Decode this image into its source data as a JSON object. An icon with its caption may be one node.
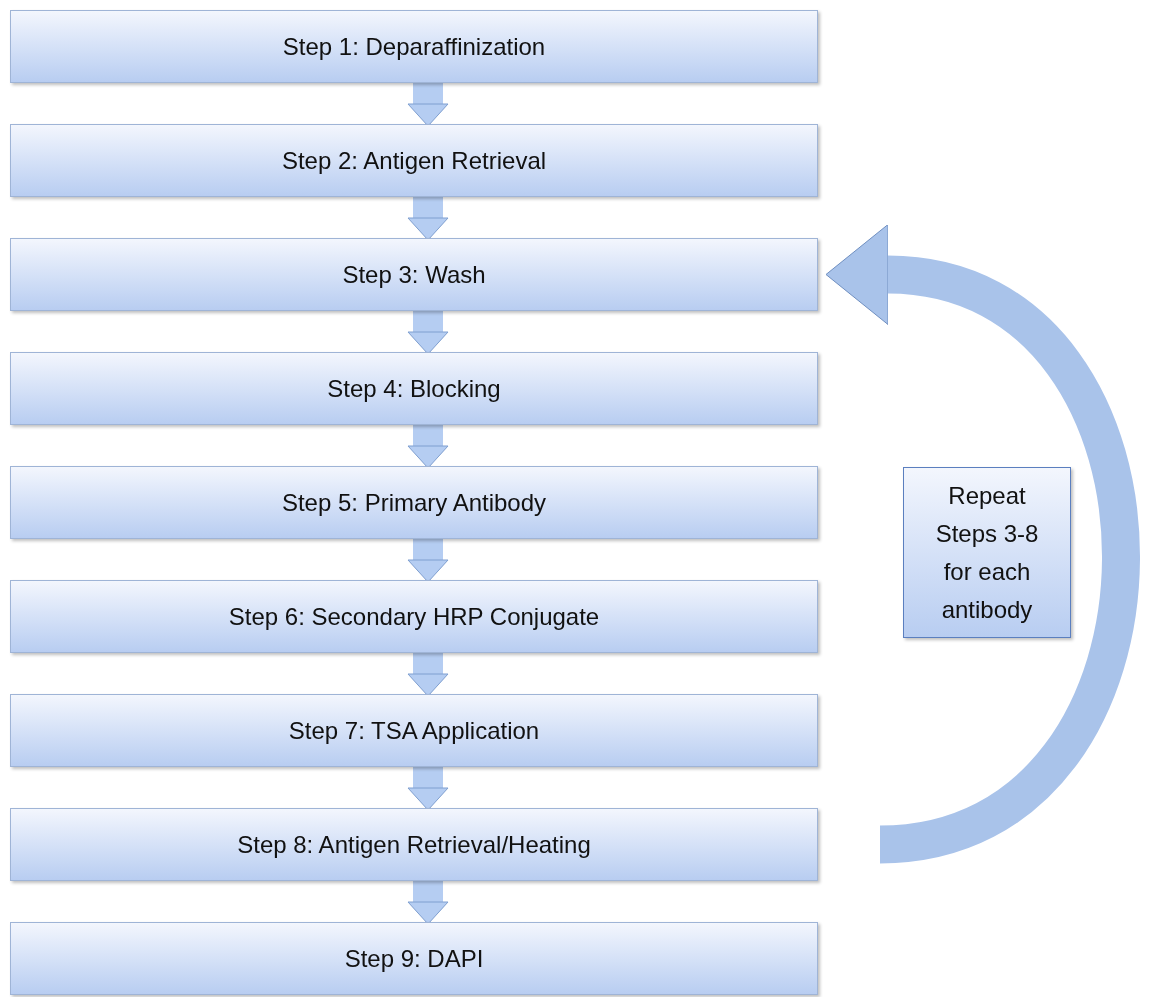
{
  "diagram": {
    "nodes": [
      {
        "text": [
          "Step 1: Deparaffinization"
        ]
      },
      {
        "text": [
          "Step 2:  Antigen Retrieval"
        ]
      },
      {
        "text": [
          "Step 3: Wash"
        ]
      },
      {
        "text": [
          "Step 4: Blocking"
        ]
      },
      {
        "text": [
          "Step 5: Primary Antibody"
        ]
      },
      {
        "text": [
          "Step 6: Secondary HRP Conjugate"
        ]
      },
      {
        "text": [
          "Step 7: TSA Application"
        ]
      },
      {
        "text": [
          "Step 8: Antigen Retrieval/Heating"
        ]
      },
      {
        "text": [
          "Step 9: DAPI"
        ]
      },
      {
        "text": [
          "Repeat Steps 3-8 for each antibody"
        ]
      }
    ],
    "edges": [
      {
        "from": 0,
        "to": 1,
        "arrow": "to"
      },
      {
        "from": 1,
        "to": 2,
        "arrow": "to"
      },
      {
        "from": 2,
        "to": 3,
        "arrow": "to"
      },
      {
        "from": 3,
        "to": 4,
        "arrow": "to"
      },
      {
        "from": 4,
        "to": 5,
        "arrow": "to"
      },
      {
        "from": 5,
        "to": 6,
        "arrow": "to"
      },
      {
        "from": 6,
        "to": 7,
        "arrow": "to"
      },
      {
        "from": 7,
        "to": 8,
        "arrow": "to"
      },
      {
        "from": 7,
        "to": 2,
        "arrow": "to"
      }
    ]
  }
}
